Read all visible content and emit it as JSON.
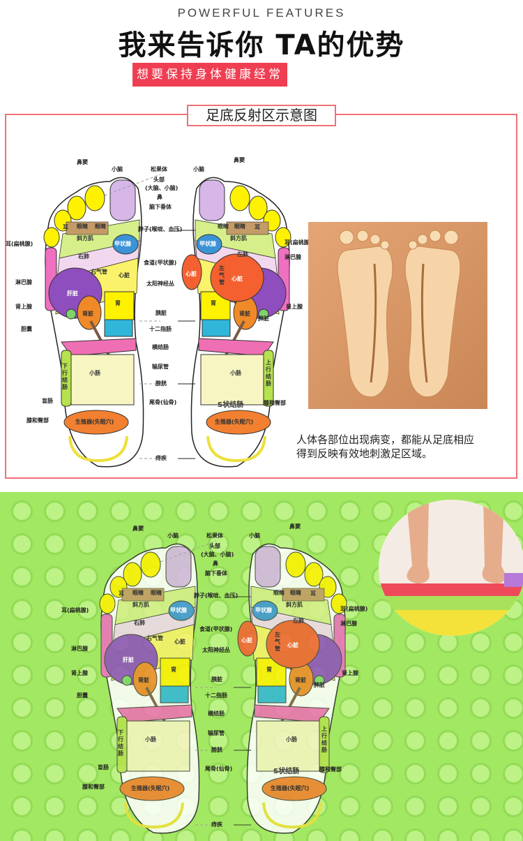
{
  "header": {
    "eyebrow": "POWERFUL FEATURES",
    "title": "我来告诉你 TA的优势",
    "subtitle": "想要保持身体健康经常要脚底按摩"
  },
  "section": {
    "title": "足底反射区示意图",
    "caption_line1": "人体各部位出现病变，都能从足底相应",
    "caption_line2": "得到反映有效地刺激足区域。"
  },
  "colors": {
    "accent": "#ef3e52",
    "border": "#f07078",
    "mat_green": "#a3e862"
  },
  "diagram": {
    "center": [
      "松果体",
      "头部",
      "(大脑、小脑)",
      "鼻",
      "脑下垂体",
      "脖子(喉咙、血压)",
      "食道(甲状腺)",
      "太阳神经丛",
      "胰脏",
      "十二指肠",
      "横结肠",
      "输尿管",
      "膀胱",
      "尾骨(仙骨)",
      "痔疾"
    ],
    "left": [
      "鼻窦",
      "小脑",
      "耳(扁桃腺)",
      "淋巴腺",
      "肾上腺",
      "胆囊",
      "盲肠",
      "膝和臀部"
    ],
    "right": [
      "鼻窦",
      "小脑",
      "耳(扁桃腺)",
      "淋巴腺",
      "肾上腺",
      "膝和臀部"
    ],
    "left_foot": [
      "耳",
      "眼睛",
      "眼睛",
      "斜方肌",
      "右肺",
      "右气管",
      "甲状腺",
      "心脏",
      "肝脏",
      "胃",
      "肾脏",
      "小肠",
      "下行结肠",
      "生殖器(失眠穴)"
    ],
    "right_foot": [
      "眼睛",
      "眼睛",
      "耳",
      "斜方肌",
      "甲状腺",
      "左肺",
      "心脏",
      "左气管",
      "心脏",
      "胃",
      "肾脏",
      "脾脏",
      "小肠",
      "上行结肠",
      "S状结肠",
      "生殖器(失眠穴)"
    ]
  }
}
